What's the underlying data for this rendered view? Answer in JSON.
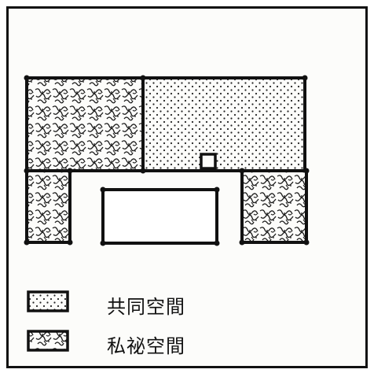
{
  "legend": {
    "common": {
      "label": "共同空間",
      "pattern": "dots"
    },
    "private": {
      "label": "私祕空間",
      "pattern": "scribble"
    }
  },
  "colors": {
    "ink": "#111111",
    "paper": "#fcfcfa"
  }
}
